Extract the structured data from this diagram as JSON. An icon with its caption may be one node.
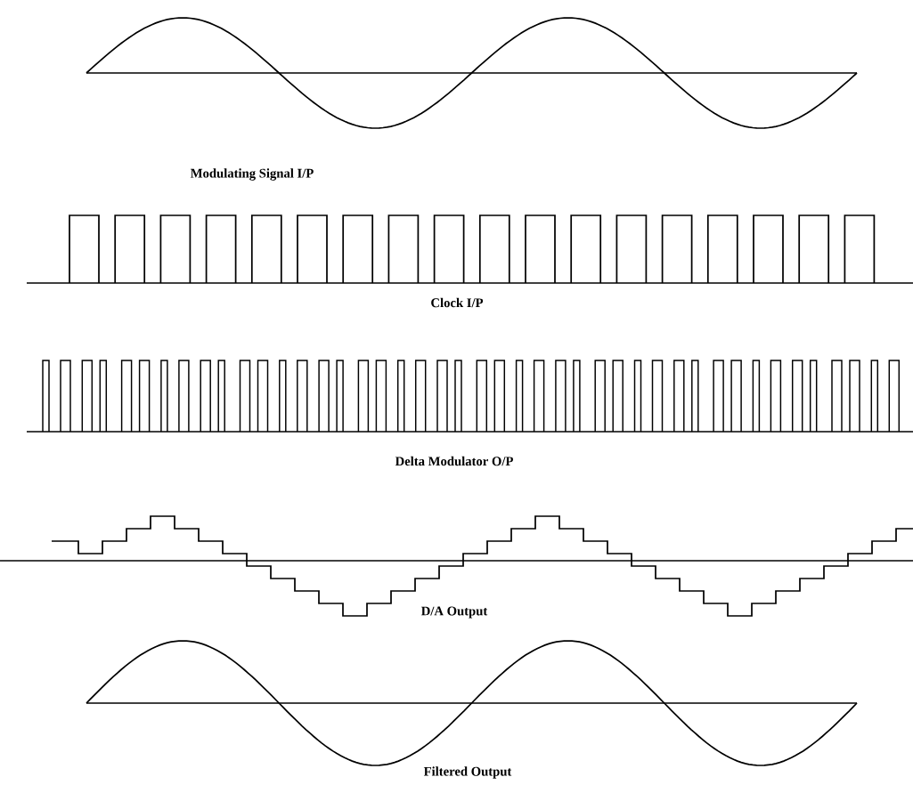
{
  "diagram": {
    "labels": [
      "Modulating Signal I/P",
      "Clock I/P",
      "Delta Modulator O/P",
      "D/A Output",
      "Filtered Output"
    ]
  }
}
